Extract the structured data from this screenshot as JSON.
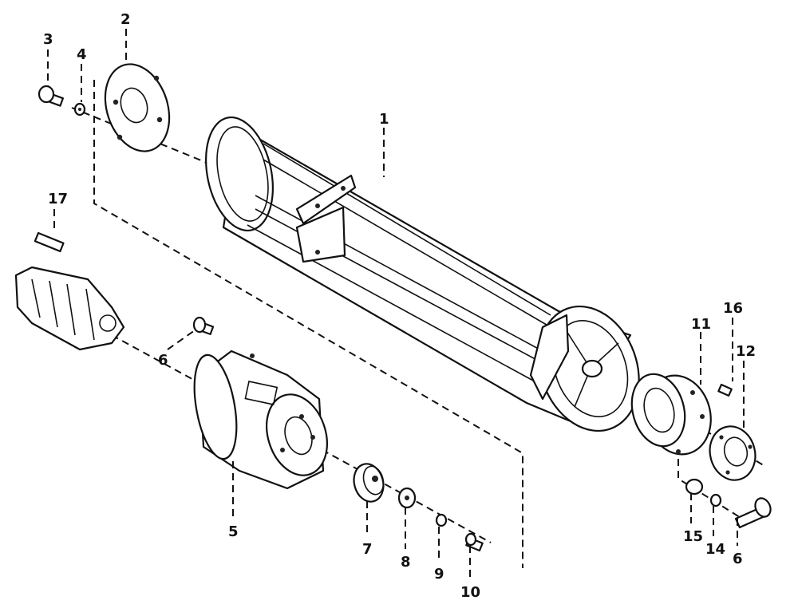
{
  "callouts": [
    "3",
    "2",
    "4",
    "1",
    "17",
    "16",
    "11",
    "12",
    "6",
    "5",
    "7",
    "8",
    "9",
    "10",
    "15",
    "14",
    "6"
  ],
  "colors": {
    "ink": "#111111",
    "paper": "#ffffff"
  }
}
